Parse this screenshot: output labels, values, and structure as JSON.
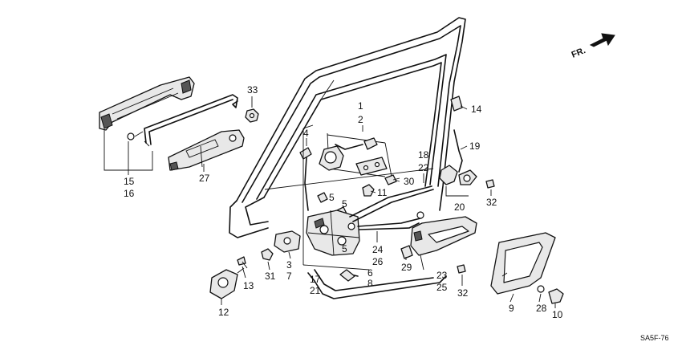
{
  "diagram": {
    "orientation_label": "FR.",
    "drawing_code": "SA5F-76",
    "callouts": {
      "c1": "1",
      "c2": "2",
      "c3": "3",
      "c4": "4",
      "c5a": "5",
      "c5b": "5",
      "c5c": "5",
      "c6": "6",
      "c7": "7",
      "c8": "8",
      "c9": "9",
      "c10": "10",
      "c11": "11",
      "c12": "12",
      "c13": "13",
      "c14": "14",
      "c15": "15",
      "c16": "16",
      "c17": "17",
      "c18": "18",
      "c19": "19",
      "c20": "20",
      "c21": "21",
      "c22": "22",
      "c23": "23",
      "c24": "24",
      "c25": "25",
      "c26": "26",
      "c27": "27",
      "c28": "28",
      "c29": "29",
      "c30": "30",
      "c31": "31",
      "c32a": "32",
      "c32b": "32",
      "c33": "33"
    }
  }
}
